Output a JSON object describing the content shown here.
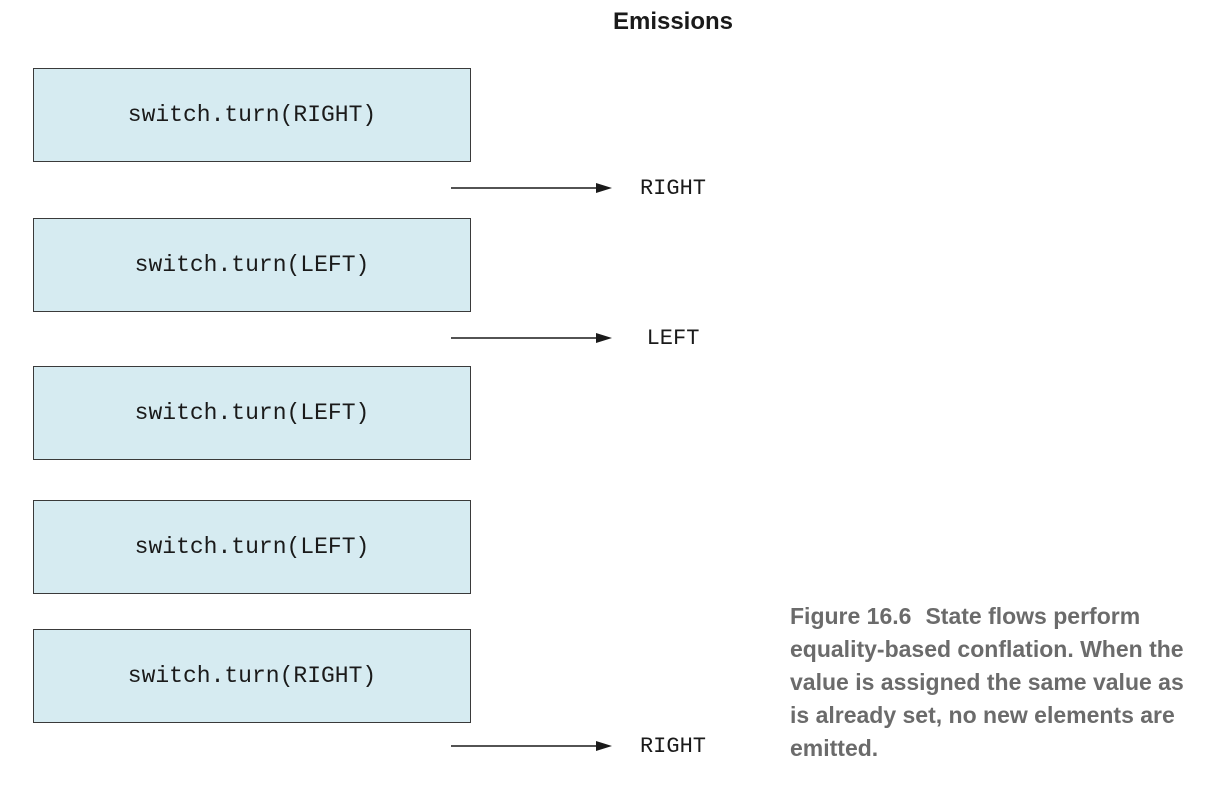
{
  "heading": "Emissions",
  "calls": [
    "switch.turn(RIGHT)",
    "switch.turn(LEFT)",
    "switch.turn(LEFT)",
    "switch.turn(LEFT)",
    "switch.turn(RIGHT)"
  ],
  "emissions": [
    "RIGHT",
    "LEFT",
    "RIGHT"
  ],
  "caption": {
    "number": "Figure 16.6",
    "text": "State flows perform equality-based conflation. When the value is assigned the same value as is already set, no new elements are emitted."
  }
}
